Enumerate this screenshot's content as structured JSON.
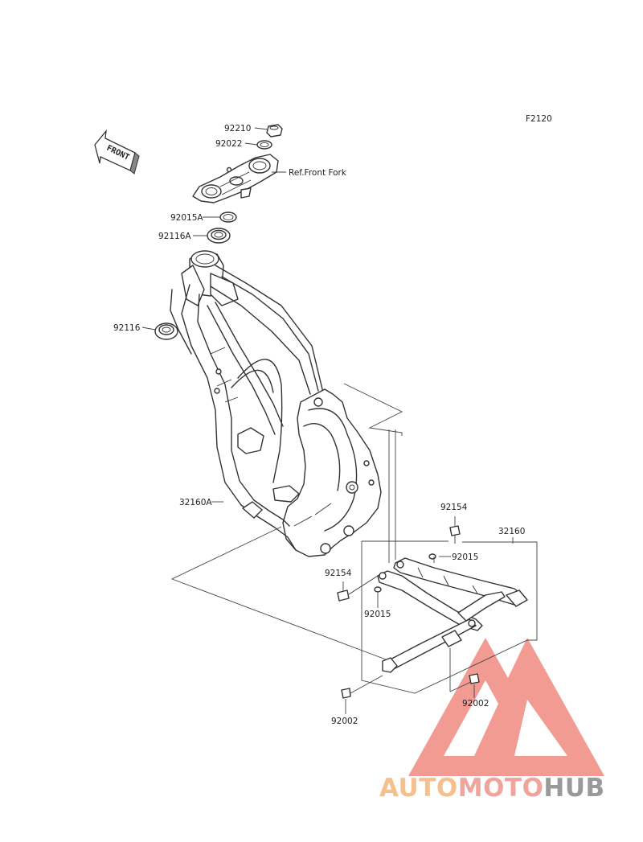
{
  "diagram_code": "F2120",
  "front_arrow_label": "FRONT",
  "reference_label": "Ref.Front Fork",
  "parts": [
    {
      "id": "92210"
    },
    {
      "id": "92022"
    },
    {
      "id": "92015A"
    },
    {
      "id": "92116A"
    },
    {
      "id": "92116"
    },
    {
      "id": "32160A"
    },
    {
      "id": "92154"
    },
    {
      "id": "32160"
    },
    {
      "id": "92015"
    },
    {
      "id": "92154"
    },
    {
      "id": "92015"
    },
    {
      "id": "92002"
    },
    {
      "id": "92002"
    }
  ],
  "watermark": {
    "part1": "AUTO",
    "part2": "MOTO",
    "part3": "HUB",
    "colors": {
      "auto": "#f6c08c",
      "moto": "#f0a59c",
      "hub": "#9a9a9a",
      "triangle": "#f08a80"
    }
  }
}
